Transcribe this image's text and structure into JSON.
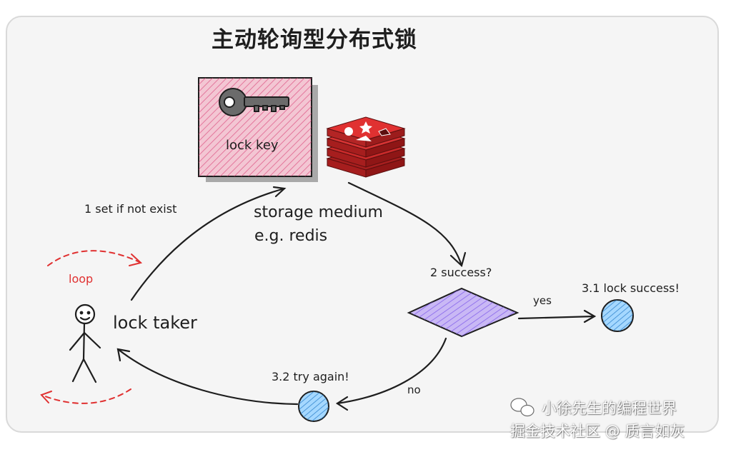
{
  "title": "主动轮询型分布式锁",
  "lock_key_label": "lock key",
  "storage_label_line1": "storage medium",
  "storage_label_line2": "e.g. redis",
  "step1_label": "1 set if not exist",
  "loop_label": "loop",
  "actor_label": "lock taker",
  "step2_label": "2 success?",
  "yes_label": "yes",
  "step31_label": "3.1 lock success!",
  "step32_label": "3.2 try again!",
  "no_label": "no",
  "watermark": {
    "line1": "小徐先生的编程世界",
    "line2": "掘金技术社区 @ 质言如灰"
  },
  "colors": {
    "frame_bg": "#f5f5f5",
    "frame_border": "#d9d9d9",
    "key_box_fill": "#f3c6d3",
    "key_box_hatch": "#d6336c",
    "redis_red": "#c92a2a",
    "diamond_fill": "#c9b8f5",
    "diamond_hatch": "#7048e8",
    "circle_fill": "#a5d8ff",
    "circle_hatch": "#1971c2",
    "loop_red": "#e03131",
    "ink": "#1e1e1e"
  },
  "icons": [
    "key-icon",
    "redis-icon",
    "stick-figure-icon",
    "wechat-icon"
  ]
}
